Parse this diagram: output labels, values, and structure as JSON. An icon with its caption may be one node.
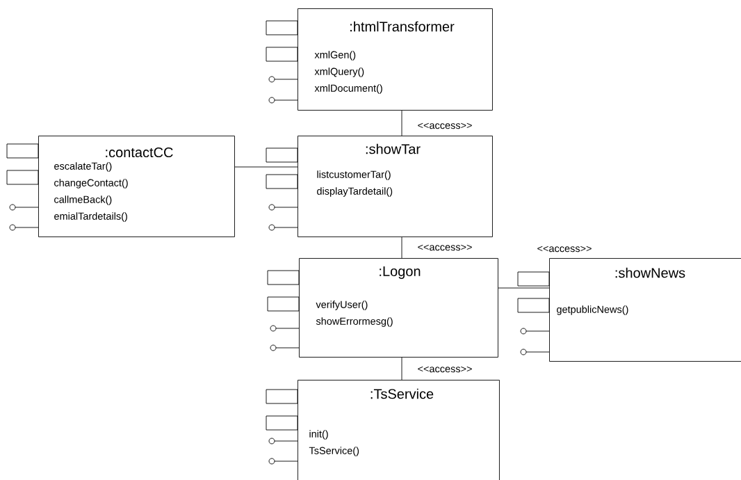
{
  "diagram": {
    "nodes": [
      {
        "text": [
          ":htmlTransformer",
          "xmlGen()",
          "xmlQuery()",
          "xmlDocument()"
        ]
      },
      {
        "text": [
          ":contactCC",
          "escalateTar()",
          "changeContact()",
          "callmeBack()",
          "emialTardetails()"
        ]
      },
      {
        "text": [
          ":showTar",
          "listcustomerTar()",
          "displayTardetail()"
        ]
      },
      {
        "text": [
          ":Logon",
          "verifyUser()",
          "showErrormesg()"
        ]
      },
      {
        "text": [
          ":showNews",
          "getpublicNews()"
        ]
      },
      {
        "text": [
          ":TsService",
          "init()",
          "TsService()"
        ]
      }
    ],
    "edges": [
      {
        "from": 0,
        "to": 2,
        "arrow": "none",
        "label": "<<access>>"
      },
      {
        "from": 1,
        "to": 2,
        "arrow": "none"
      },
      {
        "from": 2,
        "to": 3,
        "arrow": "none",
        "label": "<<access>>"
      },
      {
        "from": 3,
        "to": 4,
        "arrow": "none",
        "label": "<<access>>"
      },
      {
        "from": 3,
        "to": 5,
        "arrow": "none",
        "label": "<<access>>"
      }
    ]
  }
}
